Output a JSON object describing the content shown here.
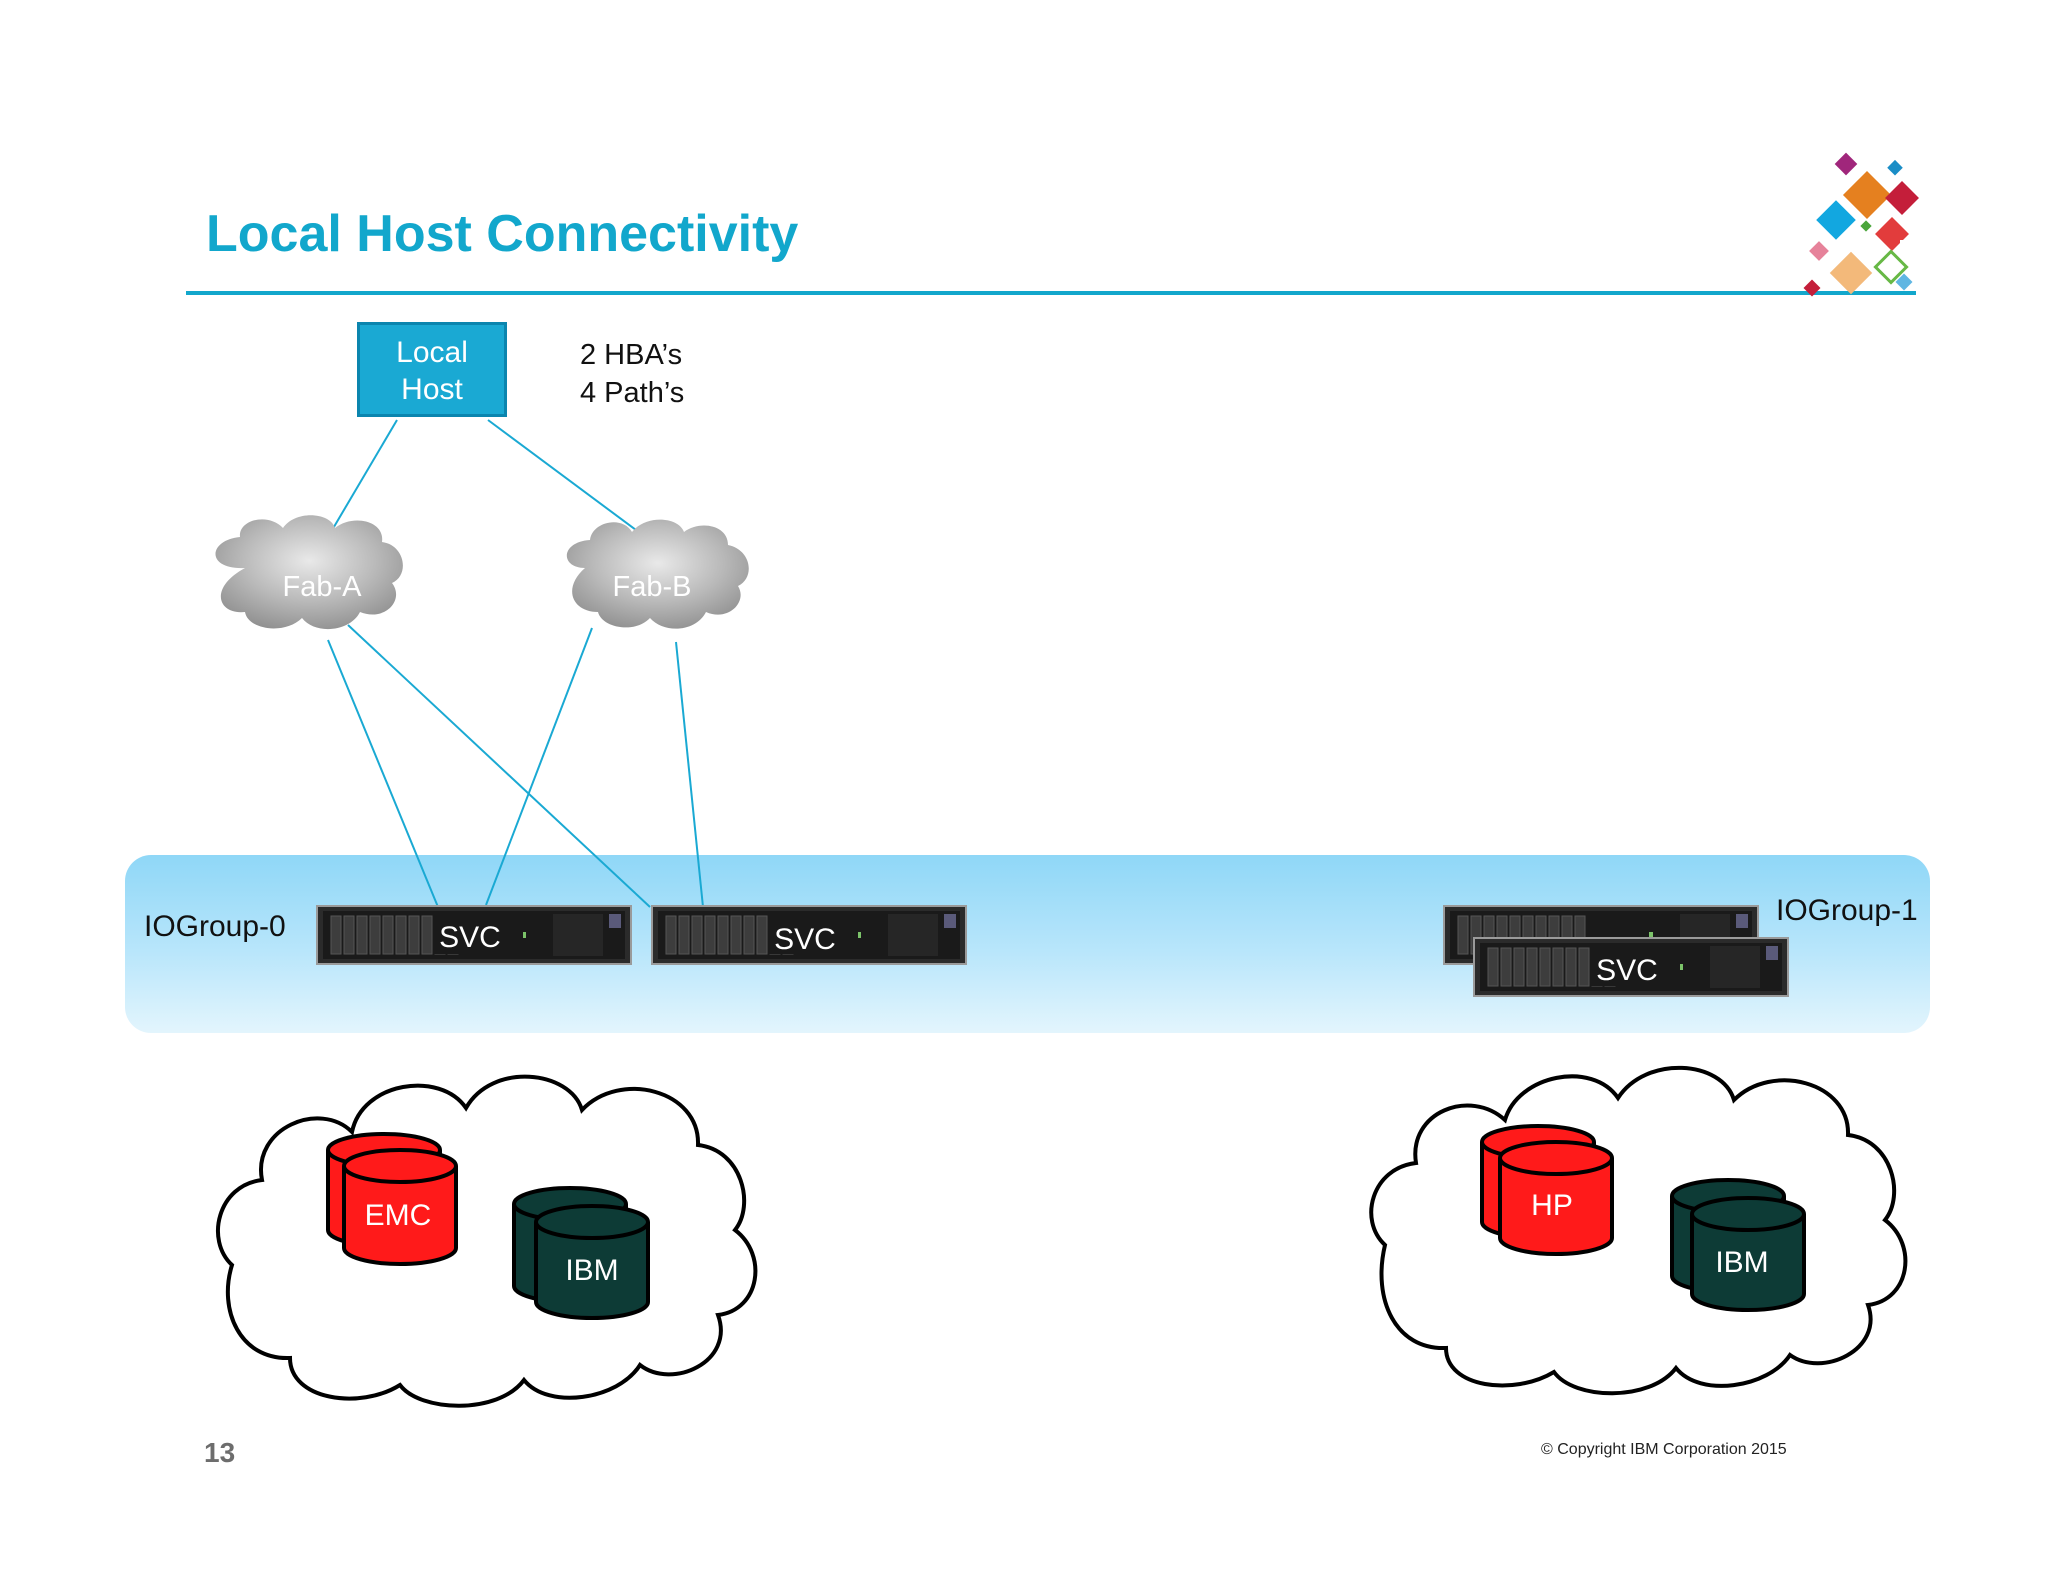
{
  "slide": {
    "title": "Local Host Connectivity",
    "page_number": "13",
    "copyright": "© Copyright IBM Corporation 2015",
    "accent_color": "#12a7cc"
  },
  "host": {
    "label_line1": "Local",
    "label_line2": "Host",
    "note_line1": "2 HBA’s",
    "note_line2": "4 Path’s",
    "color": "#1aa9d3"
  },
  "fabrics": [
    {
      "label": "Fab-A"
    },
    {
      "label": "Fab-B"
    }
  ],
  "iogroups": [
    {
      "label": "IOGroup-0",
      "nodes": [
        "SVC",
        "SVC"
      ]
    },
    {
      "label": "IOGroup-1",
      "nodes": [
        "SVC"
      ]
    }
  ],
  "storage_pools": [
    {
      "arrays": [
        {
          "label": "EMC",
          "color": "#ff1a1a"
        },
        {
          "label": "IBM",
          "color": "#0d3b36"
        }
      ]
    },
    {
      "arrays": [
        {
          "label": "HP",
          "color": "#ff1a1a"
        },
        {
          "label": "IBM",
          "color": "#0d3b36"
        }
      ]
    }
  ],
  "logo": {
    "icon": "ibm-diamond-mosaic-icon"
  }
}
